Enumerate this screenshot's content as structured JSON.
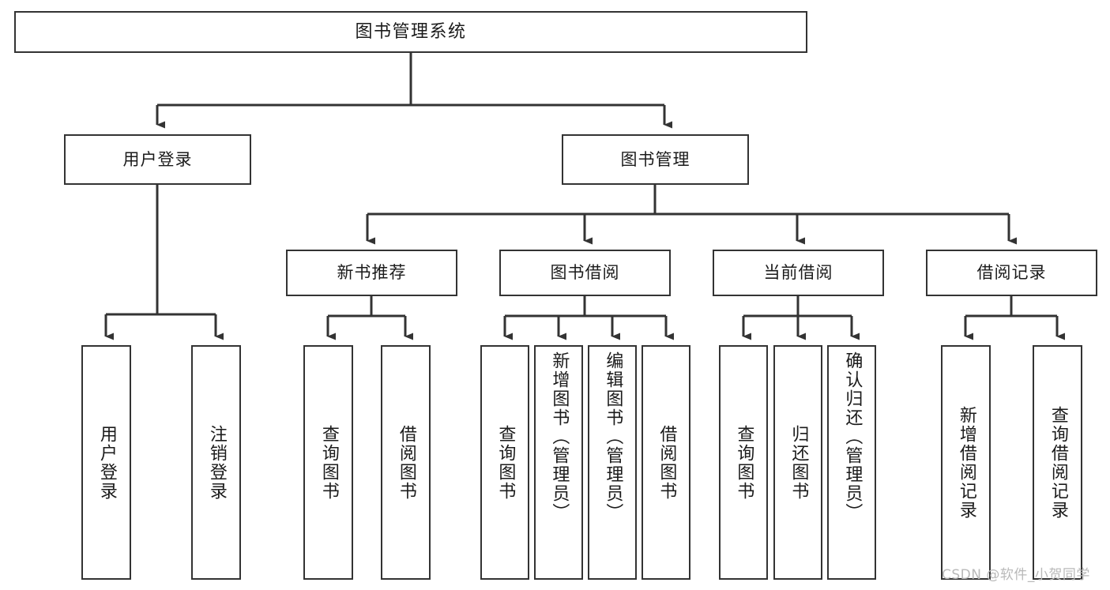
{
  "diagram": {
    "title": "图书管理系统",
    "watermark": "CSDN @软件_小贺同学",
    "colors": {
      "box_border": "#333333",
      "box_fill": "#ffffff",
      "line": "#333333",
      "text": "#1b1b1b",
      "watermark": "#b9b9b9",
      "background": "#ffffff"
    },
    "levels": {
      "root": "图书管理系统",
      "level2": [
        "用户登录",
        "图书管理"
      ],
      "level3": [
        "新书推荐",
        "图书借阅",
        "当前借阅",
        "借阅记录"
      ]
    },
    "nodes": {
      "root": {
        "label": "图书管理系统"
      },
      "user_login": {
        "label": "用户登录"
      },
      "book_manage": {
        "label": "图书管理"
      },
      "new_book_rec": {
        "label": "新书推荐"
      },
      "book_borrow": {
        "label": "图书借阅"
      },
      "current_borrow": {
        "label": "当前借阅"
      },
      "borrow_record": {
        "label": "借阅记录"
      },
      "leaf_user_login": {
        "label": "用户登录"
      },
      "leaf_logout": {
        "label": "注销登录"
      },
      "leaf_query_book_1": {
        "label": "查询图书"
      },
      "leaf_borrow_book_1": {
        "label": "借阅图书"
      },
      "leaf_query_book_2": {
        "label": "查询图书"
      },
      "leaf_add_book": {
        "label": "新增图书（管理员）"
      },
      "leaf_edit_book": {
        "label": "编辑图书（管理员）"
      },
      "leaf_borrow_book_2": {
        "label": "借阅图书"
      },
      "leaf_query_book_3": {
        "label": "查询图书"
      },
      "leaf_return_book": {
        "label": "归还图书"
      },
      "leaf_confirm_return": {
        "label": "确认归还（管理员）"
      },
      "leaf_add_record": {
        "label": "新增借阅记录"
      },
      "leaf_query_record": {
        "label": "查询借阅记录"
      }
    },
    "tree": {
      "name": "图书管理系统",
      "children": [
        {
          "name": "用户登录",
          "children": [
            {
              "name": "用户登录"
            },
            {
              "name": "注销登录"
            }
          ]
        },
        {
          "name": "图书管理",
          "children": [
            {
              "name": "新书推荐",
              "children": [
                {
                  "name": "查询图书"
                },
                {
                  "name": "借阅图书"
                }
              ]
            },
            {
              "name": "图书借阅",
              "children": [
                {
                  "name": "查询图书"
                },
                {
                  "name": "新增图书（管理员）"
                },
                {
                  "name": "编辑图书（管理员）"
                },
                {
                  "name": "借阅图书"
                }
              ]
            },
            {
              "name": "当前借阅",
              "children": [
                {
                  "name": "查询图书"
                },
                {
                  "name": "归还图书"
                },
                {
                  "name": "确认归还（管理员）"
                }
              ]
            },
            {
              "name": "借阅记录",
              "children": [
                {
                  "name": "新增借阅记录"
                },
                {
                  "name": "查询借阅记录"
                }
              ]
            }
          ]
        }
      ]
    }
  }
}
